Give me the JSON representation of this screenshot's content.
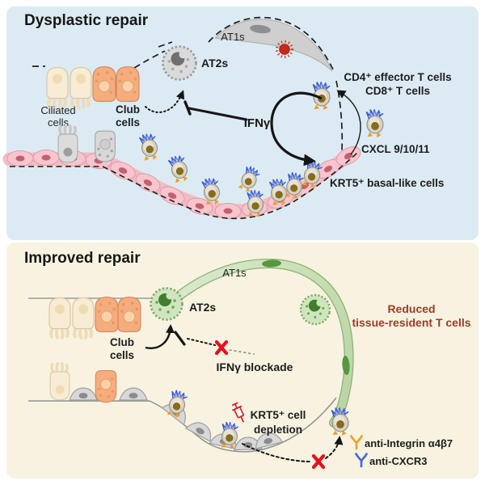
{
  "figure": {
    "top_panel": {
      "title": "Dysplastic repair",
      "background_color": "#dcebf3",
      "labels": {
        "ciliated_cells_line1": "Ciliated",
        "ciliated_cells_line2": "cells",
        "club_cells_line1": "Club",
        "club_cells_line2": "cells",
        "at2s": "AT2s",
        "at1s": "AT1s",
        "effector_t_cells_line1": "CD4⁺ effector T cells",
        "effector_t_cells_line2": "CD8⁺ T cells",
        "ifn_gamma": "IFNγ",
        "cxcl": "CXCL 9/10/11",
        "krt5_basal": "KRT5⁺ basal-like cells"
      }
    },
    "bottom_panel": {
      "title": "Improved repair",
      "background_color": "#f8f3e1",
      "labels": {
        "club_cells_line1": "Club",
        "club_cells_line2": "cells",
        "at2s": "AT2s",
        "at1s": "AT1s",
        "reduced_line1": "Reduced",
        "reduced_line2": "tissue-resident T cells",
        "ifn_blockade": "IFNγ blockade",
        "krt5_depletion_line1": "KRT5⁺ cell",
        "krt5_depletion_line2": "depletion",
        "anti_integrin": "anti-Integrin α4β7",
        "anti_cxcr3": "anti-CXCR3"
      }
    },
    "colors": {
      "reduced_text": "#a13a28",
      "virus_red": "#c8281e",
      "blockade_red": "#e3101f",
      "antibody_orange": "#f0a030",
      "antibody_blue": "#4a6cd8",
      "krt5_pink": "#f6c6ce",
      "improved_green": "#c7dfb2"
    }
  }
}
